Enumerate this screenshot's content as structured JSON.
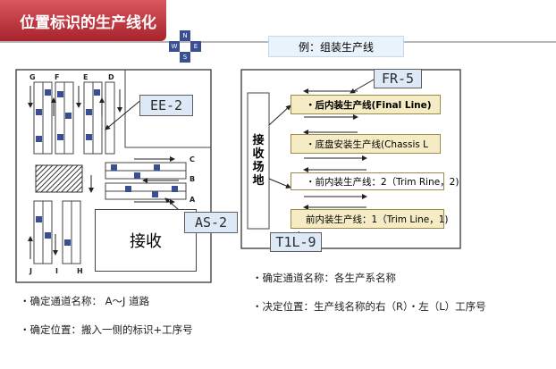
{
  "title": "位置标识的生产线化",
  "compass": {
    "n": "N",
    "s": "S",
    "e": "E",
    "w": "W"
  },
  "left_diagram": {
    "column_letters_top": [
      "G",
      "F",
      "E",
      "D"
    ],
    "column_letters_bottom": [
      "J",
      "I",
      "H"
    ],
    "row_letters_right": [
      "C",
      "B",
      "A"
    ],
    "receive_label": "接收",
    "callout_ee": "EE-2",
    "callout_as": "AS-2"
  },
  "right_diagram": {
    "example_label": "例：组装生产线",
    "receive_vertical": [
      "接",
      "收",
      "场",
      "地"
    ],
    "callout_fr": "FR-5",
    "callout_tl": "T1L-9",
    "lines": [
      "・后内装生产线(Final Line)",
      "・底盘安装生产线(Chassis L",
      "・前内装生产线：2（Trim Rine，2)",
      "前内装生产线：1（Trim Line，1)"
    ]
  },
  "bullets": {
    "left_1": "・确定通道名称： A～J 道路",
    "left_2": "・确定位置：搬入一侧的标识+工序号",
    "right_1": "・确定通道名称：各生产系名称",
    "right_2": "・决定位置：生产线名称的右（R）・左（L）工序号"
  },
  "colors": {
    "title_bg": "#b8323b",
    "callout_bg": "#dde9f6",
    "station_blue": "#3a4f92",
    "lane_bg": "#f5ecc5"
  }
}
